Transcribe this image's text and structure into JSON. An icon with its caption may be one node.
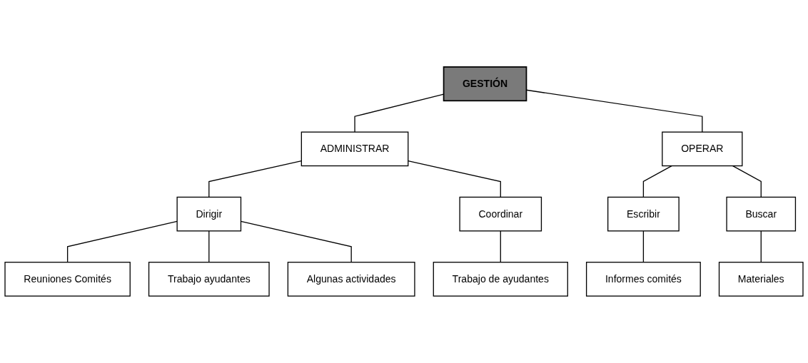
{
  "diagram": {
    "nodes": [
      {
        "text": [
          "GESTIÓN"
        ]
      },
      {
        "text": [
          "ADMINISTRAR"
        ]
      },
      {
        "text": [
          "OPERAR"
        ]
      },
      {
        "text": [
          "Dirigir"
        ]
      },
      {
        "text": [
          "Coordinar"
        ]
      },
      {
        "text": [
          "Escribir"
        ]
      },
      {
        "text": [
          "Buscar"
        ]
      },
      {
        "text": [
          "Reuniones Comités"
        ]
      },
      {
        "text": [
          "Trabajo ayudantes"
        ]
      },
      {
        "text": [
          "Algunas actividades"
        ]
      },
      {
        "text": [
          "Trabajo de ayudantes"
        ]
      },
      {
        "text": [
          "Informes comités"
        ]
      },
      {
        "text": [
          "Materiales"
        ]
      }
    ],
    "edges": [
      {
        "from": 0,
        "to": 1,
        "arrow": "none"
      },
      {
        "from": 0,
        "to": 2,
        "arrow": "none"
      },
      {
        "from": 1,
        "to": 3,
        "arrow": "none"
      },
      {
        "from": 1,
        "to": 4,
        "arrow": "none"
      },
      {
        "from": 2,
        "to": 5,
        "arrow": "none"
      },
      {
        "from": 2,
        "to": 6,
        "arrow": "none"
      },
      {
        "from": 3,
        "to": 7,
        "arrow": "none"
      },
      {
        "from": 3,
        "to": 8,
        "arrow": "none"
      },
      {
        "from": 3,
        "to": 9,
        "arrow": "none"
      },
      {
        "from": 4,
        "to": 10,
        "arrow": "none"
      },
      {
        "from": 5,
        "to": 11,
        "arrow": "none"
      },
      {
        "from": 6,
        "to": 12,
        "arrow": "none"
      }
    ]
  }
}
